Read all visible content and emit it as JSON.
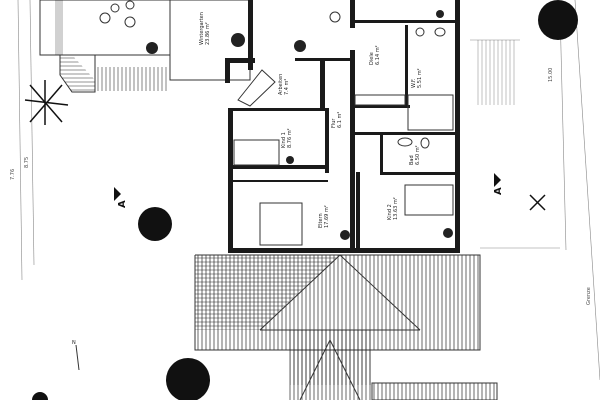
{
  "plan": {
    "rooms": [
      {
        "name": "Wintergarten",
        "area": "23.86 m²"
      },
      {
        "name": "Arbeiten",
        "area": "7.4 m²"
      },
      {
        "name": "Diele",
        "area": "6.14 m²"
      },
      {
        "name": "W.F.",
        "area": "5.51 m²"
      },
      {
        "name": "Flur",
        "area": "6.1 m²"
      },
      {
        "name": "Kind 1",
        "area": "8.76 m²"
      },
      {
        "name": "Bad",
        "area": "6.50 m²"
      },
      {
        "name": "Eltern",
        "area": "17.69 m²"
      },
      {
        "name": "Kind 2",
        "area": "13.63 m²"
      }
    ],
    "section_marker": "A",
    "dimensions": [
      "7.76",
      "8.75",
      "15.00"
    ],
    "boundary_label": "Grenze",
    "north_label": "N"
  }
}
